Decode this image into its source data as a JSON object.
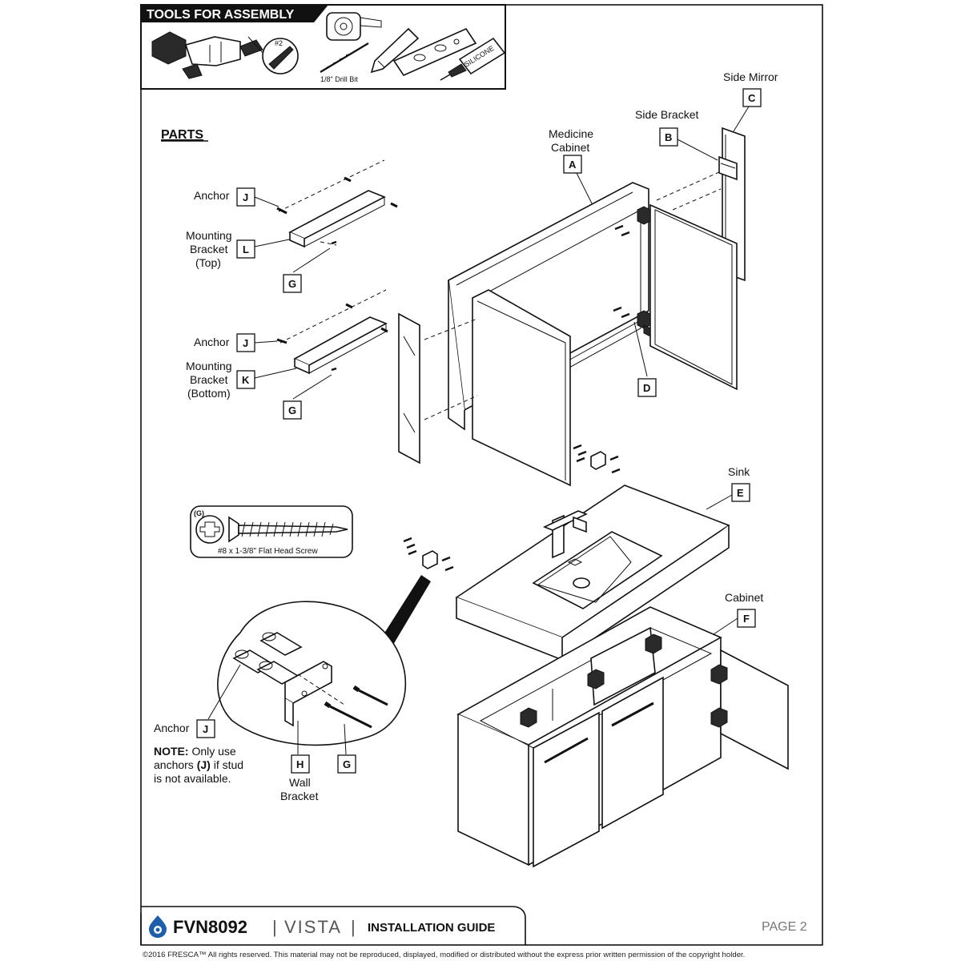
{
  "tools": {
    "title": "TOOLS FOR ASSEMBLY",
    "bit_label": "#2",
    "drill_bit_label": "1/8\" Drill Bit",
    "silicone_label": "SILICONE"
  },
  "parts_title": "PARTS",
  "parts": {
    "side_mirror": {
      "name": "Side Mirror",
      "letter": "C"
    },
    "side_bracket": {
      "name": "Side Bracket",
      "letter": "B"
    },
    "medicine_cabinet": {
      "name_line1": "Medicine",
      "name_line2": "Cabinet",
      "letter": "A"
    },
    "anchor_top": {
      "name": "Anchor",
      "letter": "J"
    },
    "mounting_bracket_top": {
      "line1": "Mounting",
      "line2": "Bracket",
      "line3": "(Top)",
      "letter": "L"
    },
    "screw_top": {
      "letter": "G"
    },
    "anchor_bottom": {
      "name": "Anchor",
      "letter": "J"
    },
    "mounting_bracket_bottom": {
      "line1": "Mounting",
      "line2": "Bracket",
      "line3": "(Bottom)",
      "letter": "K"
    },
    "screw_bottom": {
      "letter": "G"
    },
    "hinge": {
      "letter": "D"
    },
    "sink": {
      "name": "Sink",
      "letter": "E"
    },
    "cabinet": {
      "name": "Cabinet",
      "letter": "F"
    },
    "anchor_detail": {
      "name": "Anchor",
      "letter": "J"
    },
    "wall_bracket": {
      "line1": "Wall",
      "line2": "Bracket",
      "letter": "H"
    },
    "screw_detail": {
      "letter": "G"
    }
  },
  "screw_callout": {
    "tag": "(G)",
    "caption": "#8 x 1-3/8\" Flat Head Screw"
  },
  "note": {
    "bold": "NOTE:",
    "line1": " Only use",
    "line2_pre": "anchors ",
    "line2_bold": "(J)",
    "line2_post": " if stud",
    "line3": "is not available."
  },
  "footer": {
    "model": "FVN8092",
    "sep": "|",
    "series": "VISTA",
    "guide": "INSTALLATION GUIDE",
    "page": "PAGE 2",
    "copyright": "©2016 FRESCA™ All rights reserved. This material may not be reproduced, displayed, modified or distributed without the express prior written permission of the copyright holder."
  },
  "colors": {
    "ink": "#111111",
    "brand_blue": "#1f5fa8",
    "page_gray": "#777777"
  }
}
